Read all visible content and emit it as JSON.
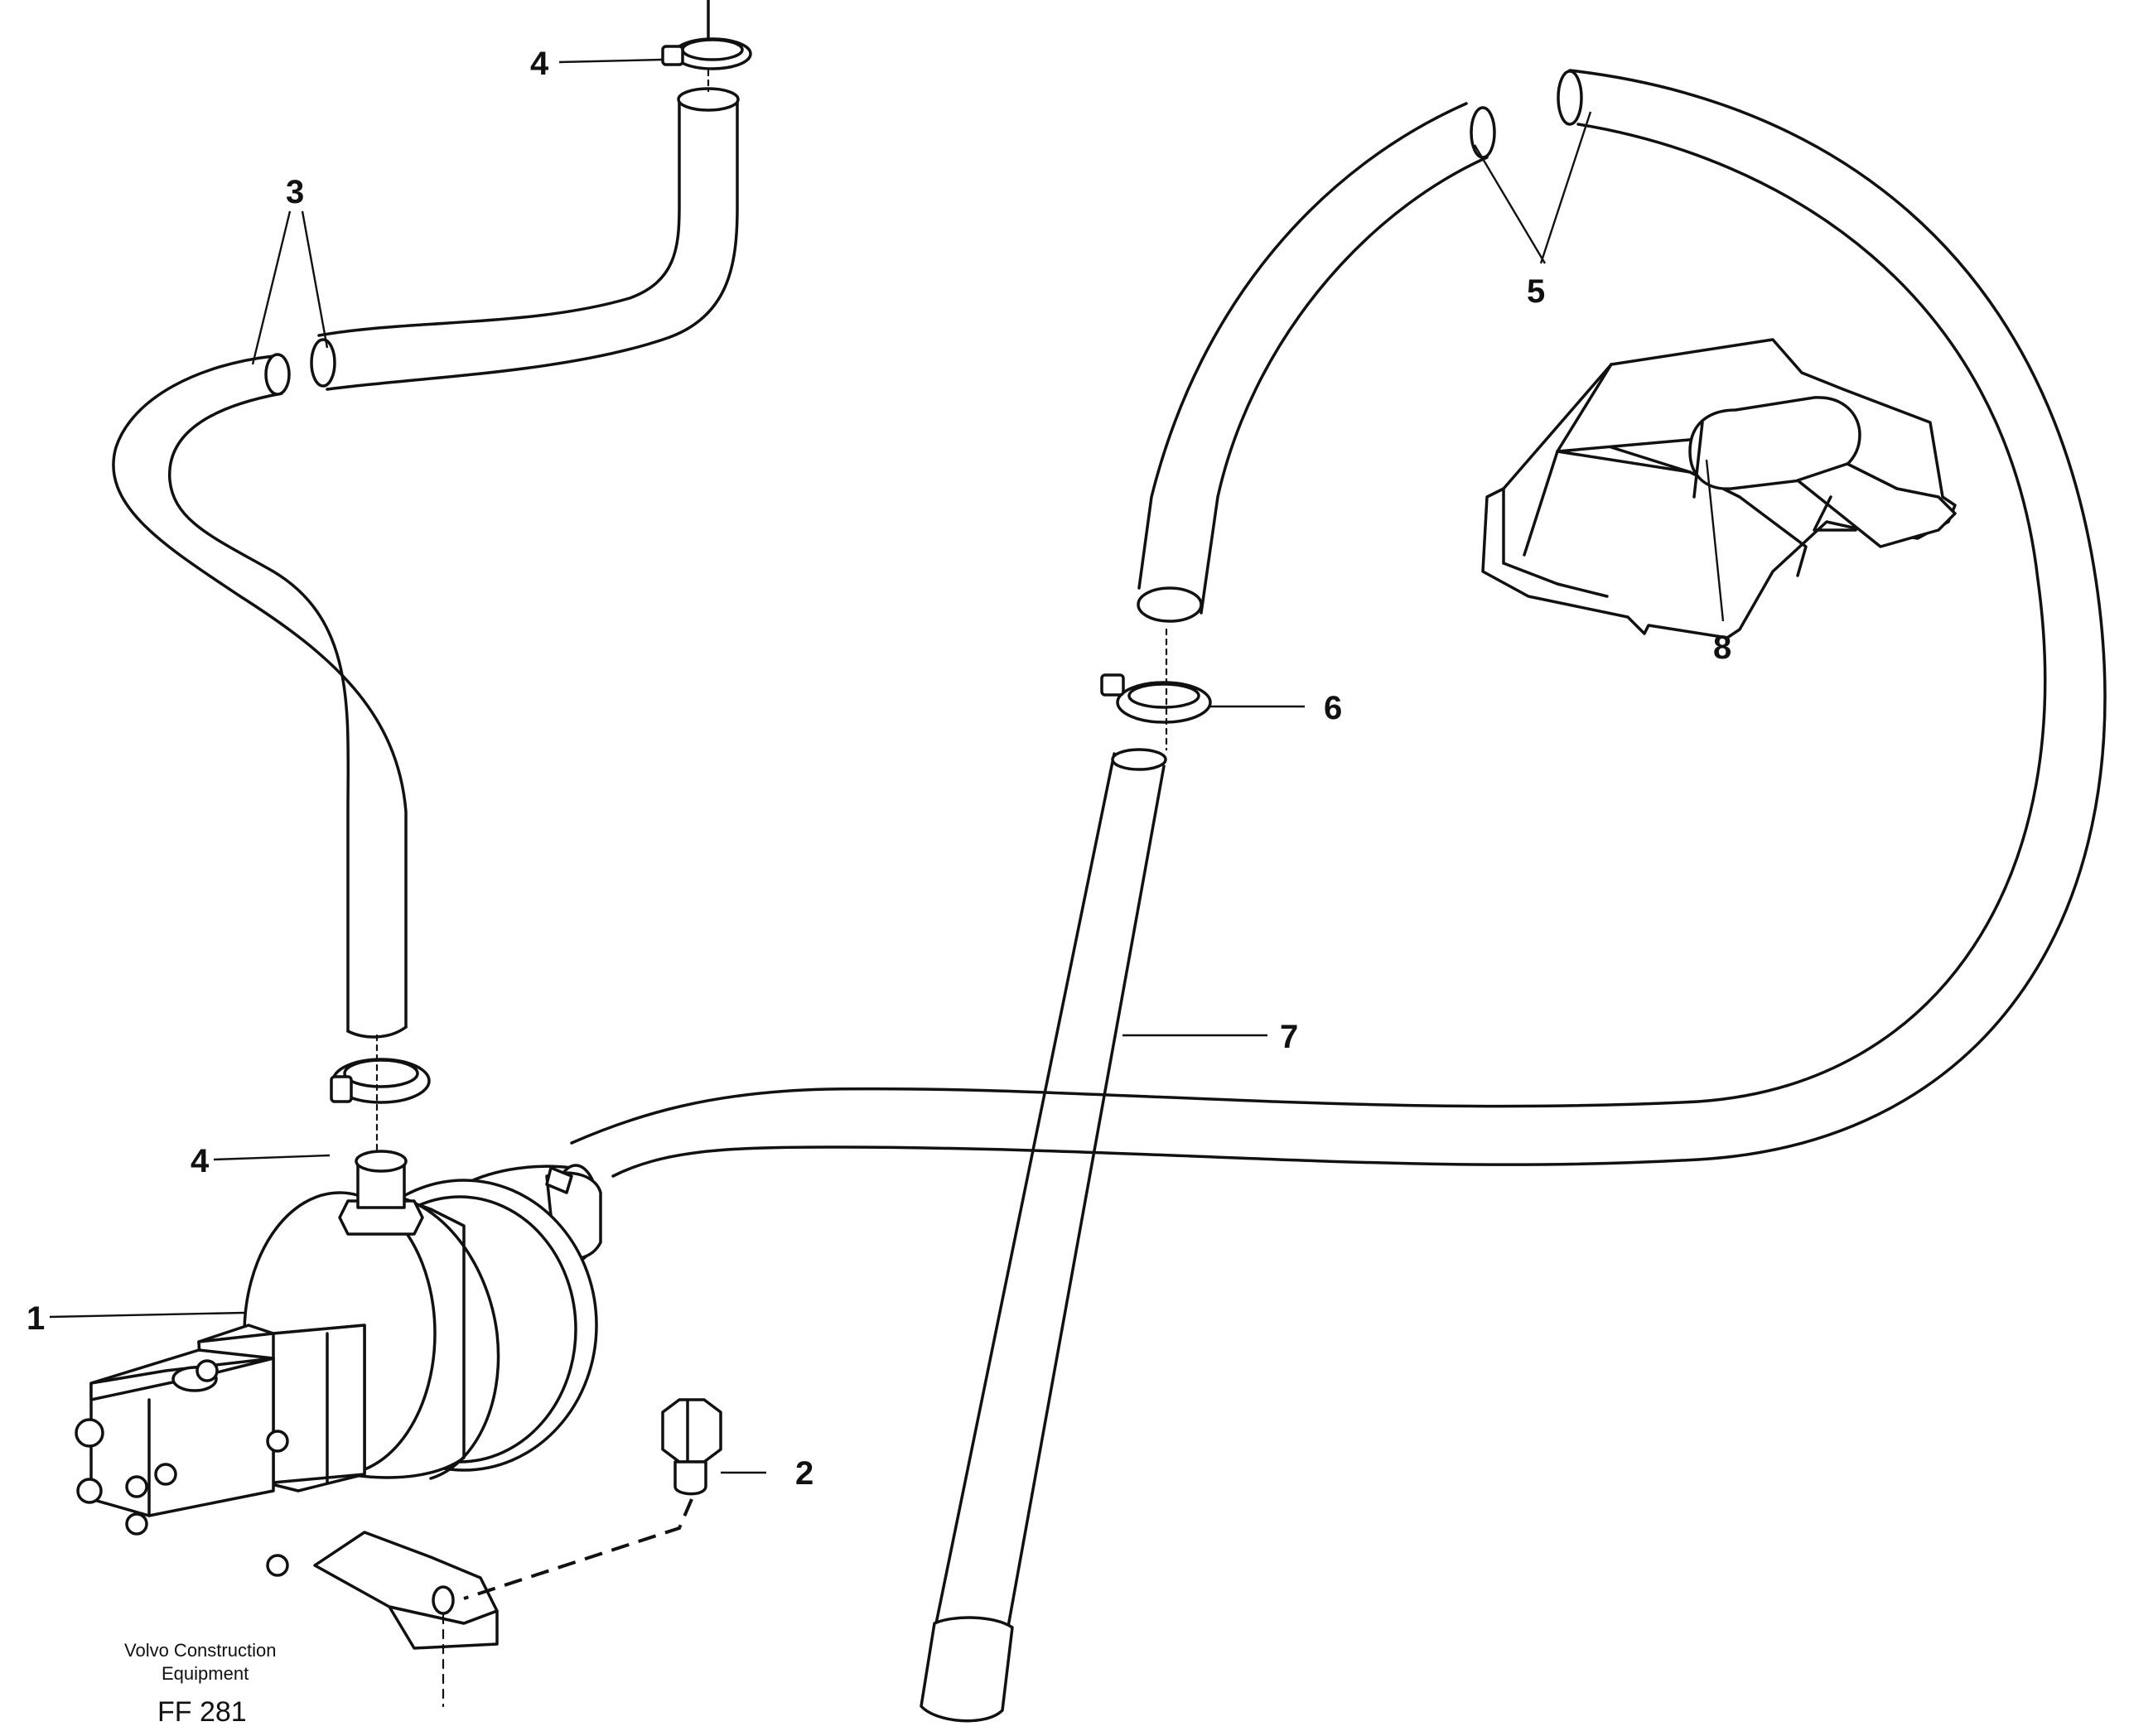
{
  "callouts": {
    "c1": "1",
    "c2": "2",
    "c3": "3",
    "c4_top": "4",
    "c4_bottom": "4",
    "c5": "5",
    "c6": "6",
    "c7": "7",
    "c8": "8"
  },
  "footer": {
    "credit_line1": "Volvo Construction",
    "credit_line2": "Equipment",
    "figure_code": "FF 281"
  }
}
